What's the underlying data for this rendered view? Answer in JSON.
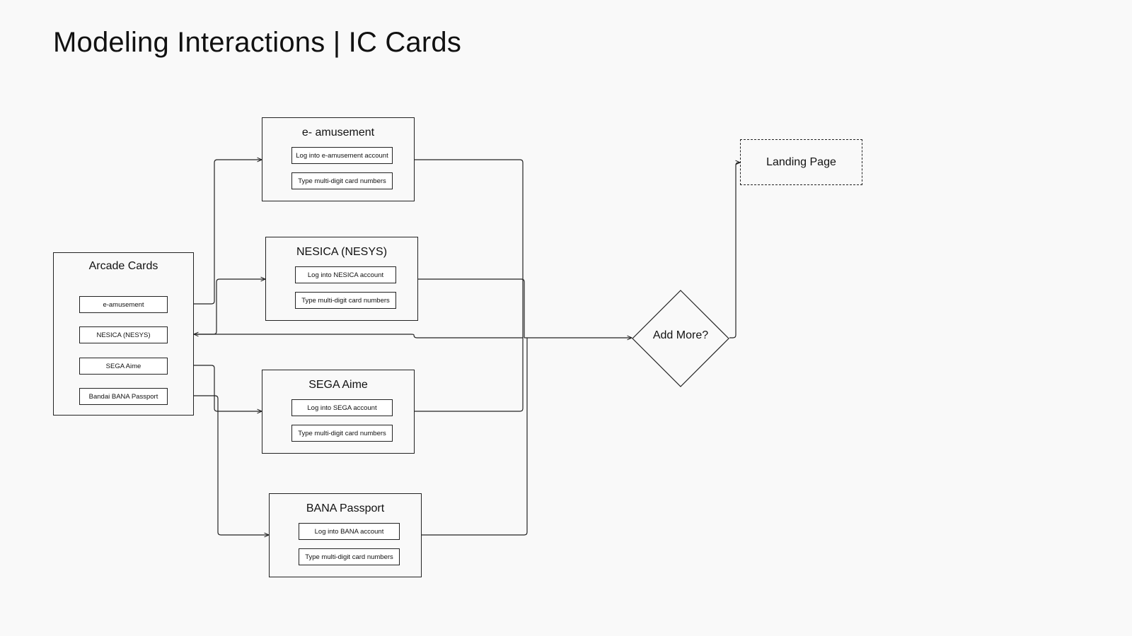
{
  "title": "Modeling Interactions | IC Cards",
  "arcade_cards": {
    "title": "Arcade Cards",
    "items": [
      "e-amusement",
      "NESICA (NESYS)",
      "SEGA Aime",
      "Bandai BANA Passport"
    ]
  },
  "services": [
    {
      "title": "e- amusement",
      "login": "Log into e-amusement account",
      "type": "Type multi-digit card numbers"
    },
    {
      "title": "NESICA (NESYS)",
      "login": "Log into NESICA account",
      "type": "Type multi-digit card numbers"
    },
    {
      "title": "SEGA Aime",
      "login": "Log into SEGA account",
      "type": "Type multi-digit card numbers"
    },
    {
      "title": "BANA Passport",
      "login": "Log into BANA account",
      "type": "Type multi-digit card numbers"
    }
  ],
  "decision": {
    "label": "Add More?"
  },
  "landing": {
    "label": "Landing Page"
  }
}
